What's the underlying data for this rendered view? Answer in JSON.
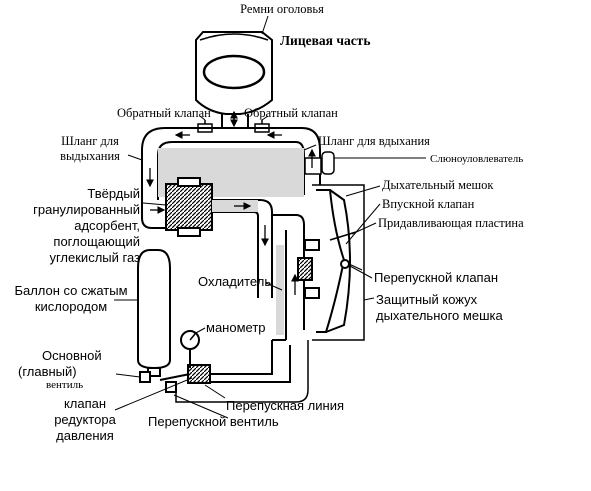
{
  "labels": {
    "head_straps": "Ремни оголовья",
    "face_part": "Лицевая часть",
    "check_valve_left": "Обратный клапан",
    "check_valve_right": "Обратный клапан",
    "exhale_hose_1": "Шланг для",
    "exhale_hose_2": "выдыхания",
    "inhale_hose": "Шланг для вдыхания",
    "saliva_trap": "Слюноуловлеватель",
    "breathing_bag": "Дыхательный мешок",
    "inlet_valve": "Впускной клапан",
    "pressure_plate": "Придавливающая пластина",
    "adsorbent_1": "Твёрдый",
    "adsorbent_2": "гранулированный",
    "adsorbent_3": "адсорбент,",
    "adsorbent_4": "поглощающий",
    "adsorbent_5": "углекислый газ",
    "relief_valve": "Перепускной клапан",
    "cooler": "Охладитель",
    "cylinder_1": "Баллон со сжатым",
    "cylinder_2": "кислородом",
    "shroud_1": "Защитный кожух",
    "shroud_2": "дыхательного мешка",
    "manometer": "манометр",
    "main_valve_1": "Основной",
    "main_valve_2": "(главный)",
    "main_valve_3": "вентиль",
    "reducer_1": "клапан",
    "reducer_2": "редуктора",
    "reducer_3": "давления",
    "bypass_line": "Перепускная линия",
    "bypass_valve": "Перепускной вентиль"
  }
}
